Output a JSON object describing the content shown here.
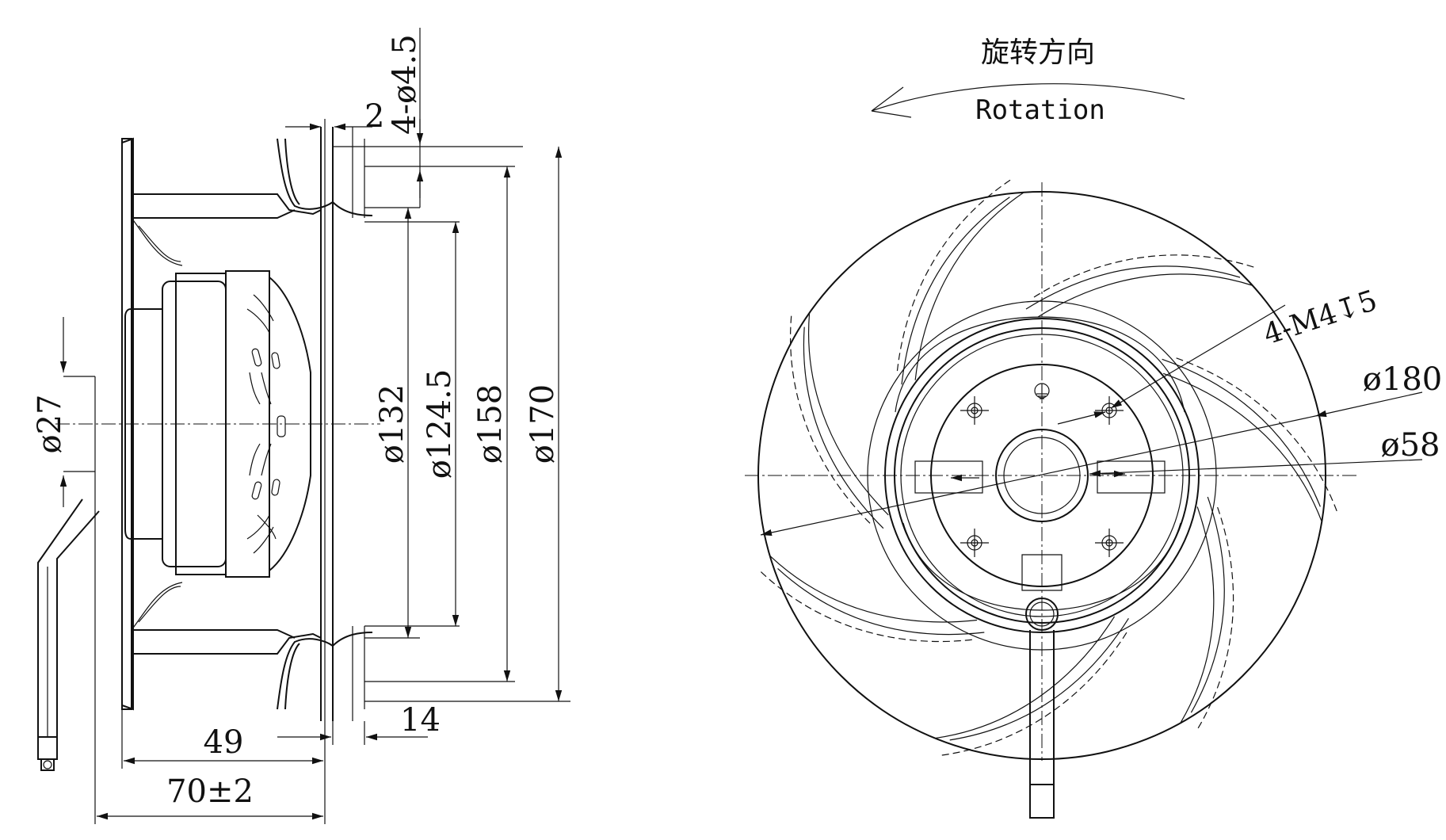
{
  "side_view": {
    "dims": {
      "hole_spec": "4-ø4.5",
      "flange_thickness": "2",
      "d_inlet": "ø132",
      "d_pcd": "ø124.5",
      "d_mid": "ø158",
      "d_outer": "ø170",
      "d_shaft": "ø27",
      "depth_49": "49",
      "depth_70": "70±2",
      "depth_14": "14"
    }
  },
  "front_view": {
    "rotation_cn": "旋转方向",
    "rotation_en": "Rotation",
    "callouts": {
      "thread": "4-M4↧5",
      "d_impeller": "ø180",
      "d_hub": "ø58"
    }
  }
}
